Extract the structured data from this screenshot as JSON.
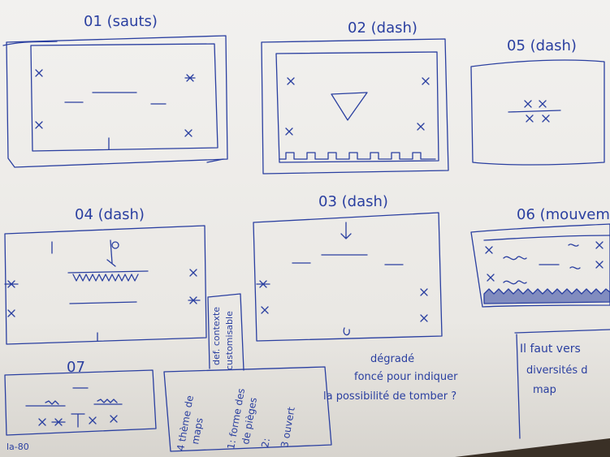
{
  "colors": {
    "paper": "#efeeec",
    "paper_shade": "#d4d1ca",
    "ink": "#2a3fa0",
    "ink_dark": "#1c2c7a",
    "table": "#3a3026"
  },
  "sketches": {
    "s01": {
      "label": "01 (sauts)"
    },
    "s02": {
      "label": "02 (dash)"
    },
    "s05": {
      "label": "05 (dash)"
    },
    "s04": {
      "label": "04 (dash)"
    },
    "s03": {
      "label": "03 (dash)"
    },
    "s06": {
      "label": "06 (mouvem"
    },
    "s07": {
      "label": "07"
    }
  },
  "notes": {
    "custom_1": "def. contexte",
    "custom_2": "customisable",
    "list_1": "4 thème de",
    "list_2": "maps",
    "list_3": "1: forme des",
    "list_4": "de pièges",
    "list_5": "2:",
    "list_6": "3 ouvert",
    "gradient_1": "dégradé",
    "gradient_2": "foncé pour indiquer",
    "gradient_3": "la possibilité de tomber ?",
    "right_1": "Il faut vers",
    "right_2": "diversités d",
    "right_3": "map",
    "corner": "la-80"
  }
}
